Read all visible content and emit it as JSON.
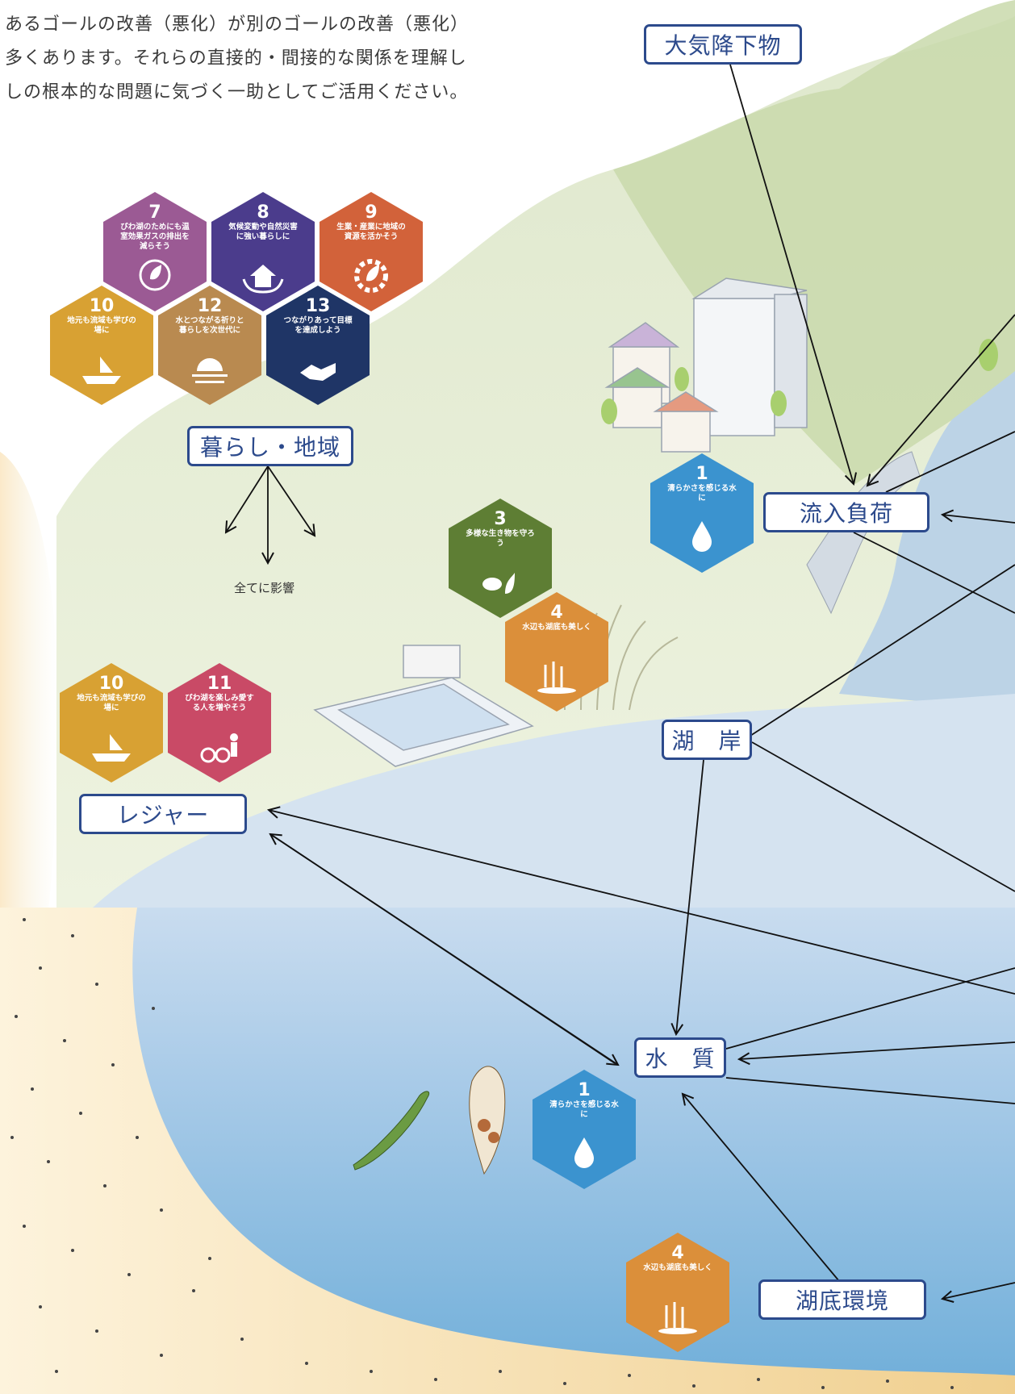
{
  "intro_lines": [
    "あるゴールの改善（悪化）が別のゴールの改善（悪化）",
    "多くあります。それらの直接的・間接的な関係を理解し",
    "しの根本的な問題に気づく一助としてご活用ください。"
  ],
  "boxes": {
    "atmosphere": "大気降下物",
    "inflow": "流入負荷",
    "living": "暮らし・地域",
    "shore": "湖　岸",
    "leisure": "レジャー",
    "water_quality": "水　質",
    "lakebed": "湖底環境"
  },
  "note_all": "全てに影響",
  "goals": [
    {
      "num": "7",
      "text": "びわ湖のためにも温室効果ガスの排出を減らそう",
      "color": "#9b5a94",
      "icon": "leaf-plug-icon"
    },
    {
      "num": "8",
      "text": "気候変動や自然災害に強い暮らしに",
      "color": "#4b3c8c",
      "icon": "house-rain-icon"
    },
    {
      "num": "9",
      "text": "生業・産業に地域の資源を活かそう",
      "color": "#d2623a",
      "icon": "gear-leaf-icon"
    },
    {
      "num": "10",
      "text": "地元も流域も学びの場に",
      "color": "#d8a133",
      "icon": "boat-book-icon"
    },
    {
      "num": "12",
      "text": "水とつながる祈りと暮らしを次世代に",
      "color": "#b98a50",
      "icon": "sunrise-icon"
    },
    {
      "num": "13",
      "text": "つながりあって目標を達成しよう",
      "color": "#1f3566",
      "icon": "handshake-icon"
    },
    {
      "num": "3",
      "text": "多様な生き物を守ろう",
      "color": "#5e7e34",
      "icon": "animals-icon"
    },
    {
      "num": "4",
      "text": "水辺も湖底も美しく",
      "color": "#db8f3a",
      "icon": "reeds-icon"
    },
    {
      "num": "1",
      "text": "清らかさを感じる水に",
      "color": "#3b93cf",
      "icon": "water-drop-icon"
    },
    {
      "num": "10",
      "text": "地元も流域も学びの場に",
      "color": "#d8a133",
      "icon": "boat-book-icon"
    },
    {
      "num": "11",
      "text": "びわ湖を楽しみ愛する人を増やそう",
      "color": "#c94a66",
      "icon": "cyclist-canoe-icon"
    },
    {
      "num": "1",
      "text": "清らかさを感じる水に",
      "color": "#3b93cf",
      "icon": "water-drop-icon"
    },
    {
      "num": "4",
      "text": "水辺も湖底も美しく",
      "color": "#db8f3a",
      "icon": "reeds-icon"
    }
  ]
}
